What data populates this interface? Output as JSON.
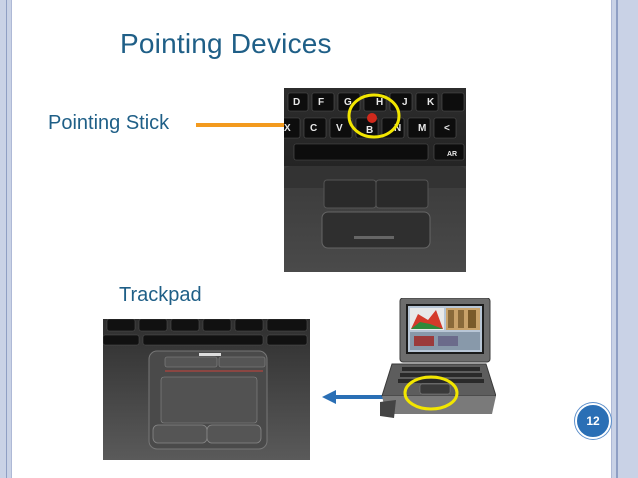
{
  "slide": {
    "title": "Pointing Devices",
    "page_number": "12"
  },
  "labels": {
    "pointing_stick": "Pointing Stick",
    "trackpad": "Trackpad"
  },
  "keyboard_keys": {
    "row1": [
      "D",
      "F",
      "G",
      "H",
      "J",
      "K"
    ],
    "row2": [
      "X",
      "C",
      "V",
      "B",
      "N",
      "M",
      "<"
    ],
    "side_key": "AR"
  },
  "colors": {
    "title": "#1f5f87",
    "orange_arrow": "#f39a1e",
    "blue_arrow": "#2a6fb5",
    "highlight_circle": "#f2e600",
    "page_badge": "#2a6fb5"
  }
}
